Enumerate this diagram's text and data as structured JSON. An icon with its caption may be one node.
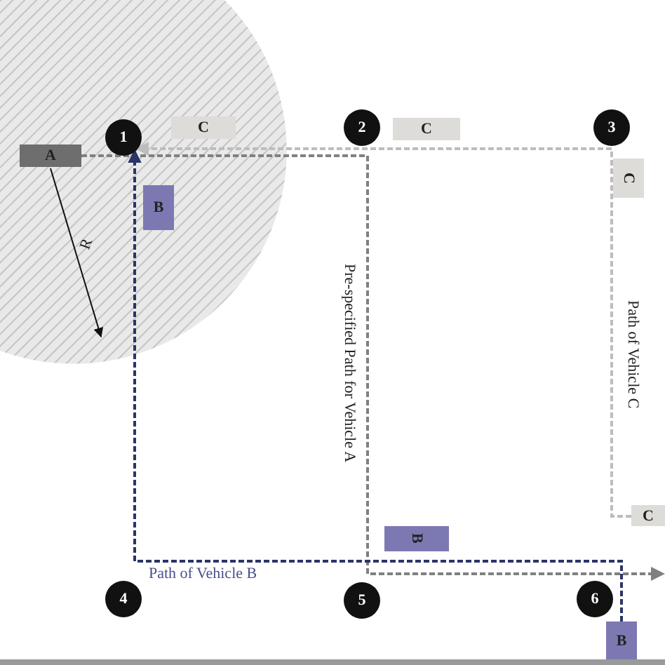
{
  "diagram": {
    "nodes": [
      {
        "text": [
          "1"
        ]
      },
      {
        "text": [
          "C"
        ]
      },
      {
        "text": [
          "2"
        ]
      },
      {
        "text": [
          "C"
        ]
      },
      {
        "text": [
          "3"
        ]
      },
      {
        "text": [
          "A"
        ]
      },
      {
        "text": [
          "C"
        ]
      },
      {
        "text": [
          "B"
        ]
      },
      {
        "text": [
          "B"
        ]
      },
      {
        "text": [
          "C"
        ]
      },
      {
        "text": [
          "4"
        ]
      },
      {
        "text": [
          "5"
        ]
      },
      {
        "text": [
          "6"
        ]
      },
      {
        "text": [
          "B"
        ]
      }
    ],
    "edges": [
      {
        "from": 5,
        "to": null,
        "arrow": "to",
        "style": "dashed",
        "color": "#808080",
        "label": "Pre-specified Path for Vehicle A"
      },
      {
        "from": 9,
        "to": 0,
        "arrow": "to",
        "style": "dashed",
        "color": "#bdbdbd",
        "label": "Path of Vehicle C"
      },
      {
        "from": 13,
        "to": 0,
        "arrow": "to",
        "style": "dashed",
        "color": "#2b3468",
        "label": "Path of Vehicle B"
      }
    ],
    "labels": [
      "R"
    ]
  }
}
